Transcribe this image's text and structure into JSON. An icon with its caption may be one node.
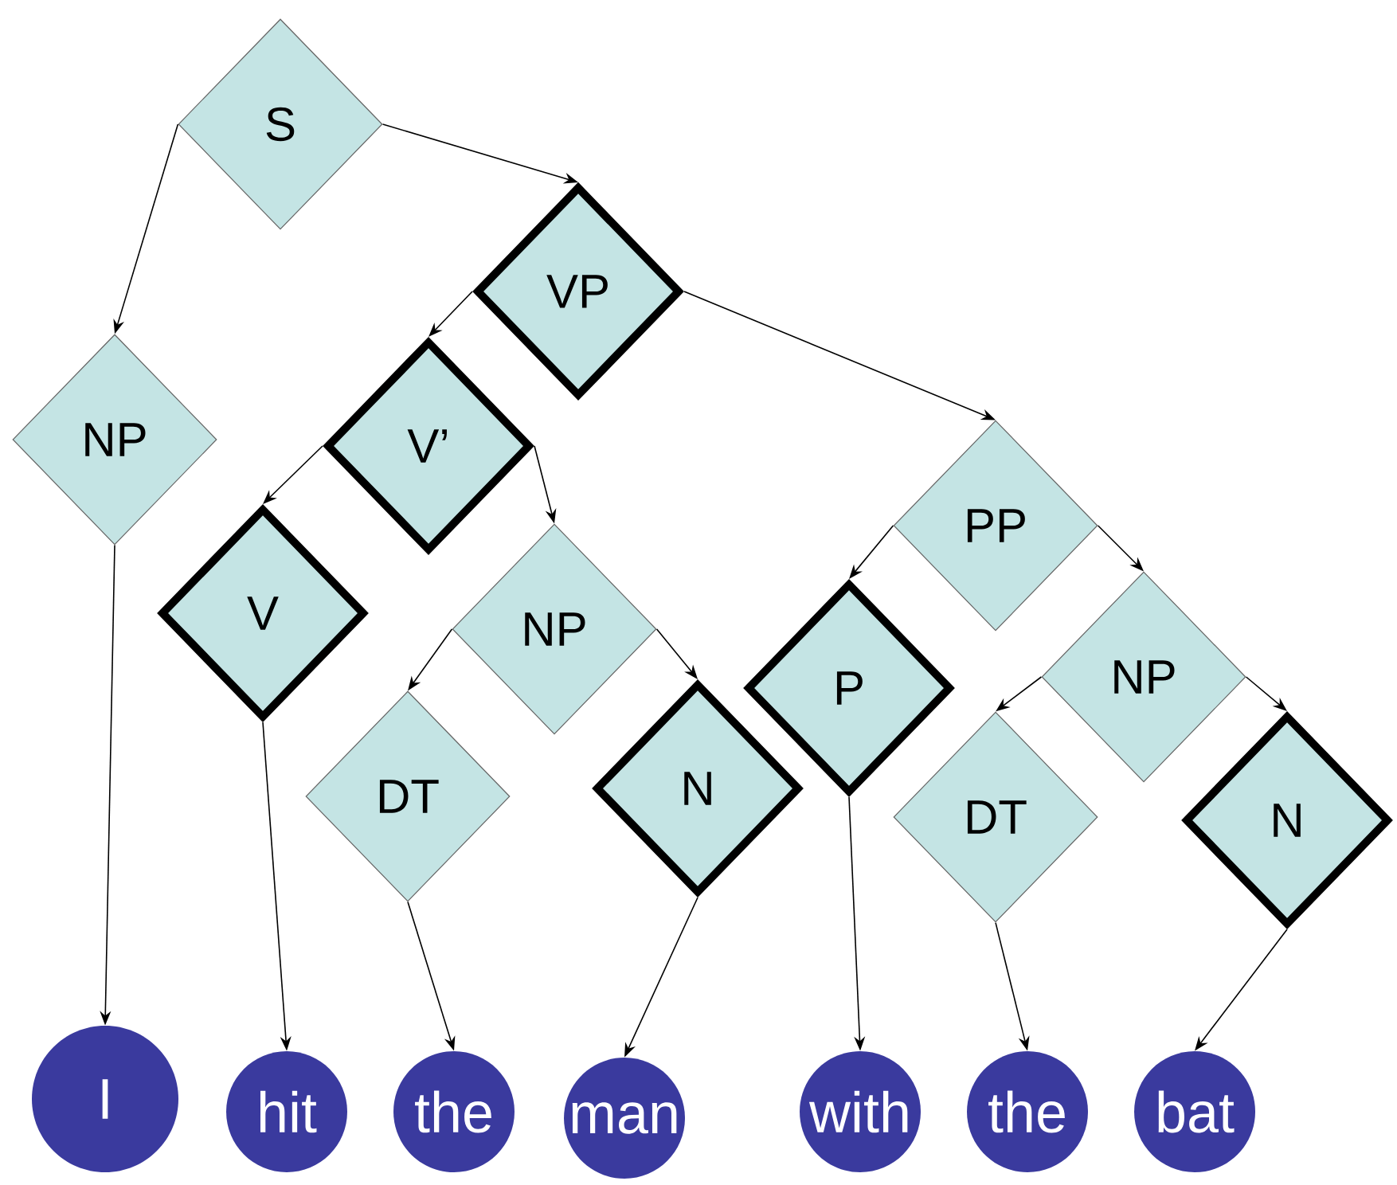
{
  "diagram": {
    "nodes": [
      {
        "text": [
          "S"
        ]
      },
      {
        "text": [
          "NP"
        ]
      },
      {
        "text": [
          "VP"
        ]
      },
      {
        "text": [
          "V’"
        ]
      },
      {
        "text": [
          "V"
        ]
      },
      {
        "text": [
          "NP"
        ]
      },
      {
        "text": [
          "DT"
        ]
      },
      {
        "text": [
          "N"
        ]
      },
      {
        "text": [
          "PP"
        ]
      },
      {
        "text": [
          "P"
        ]
      },
      {
        "text": [
          "NP"
        ]
      },
      {
        "text": [
          "DT"
        ]
      },
      {
        "text": [
          "N"
        ]
      },
      {
        "text": [
          "I"
        ]
      },
      {
        "text": [
          "hit"
        ]
      },
      {
        "text": [
          "the"
        ]
      },
      {
        "text": [
          "man"
        ]
      },
      {
        "text": [
          "with"
        ]
      },
      {
        "text": [
          "the"
        ]
      },
      {
        "text": [
          "bat"
        ]
      }
    ],
    "edges": [
      {
        "from": 0,
        "to": 1,
        "arrow": "to"
      },
      {
        "from": 0,
        "to": 2,
        "arrow": "to"
      },
      {
        "from": 2,
        "to": 3,
        "arrow": "to"
      },
      {
        "from": 2,
        "to": 8,
        "arrow": "to"
      },
      {
        "from": 3,
        "to": 4,
        "arrow": "to"
      },
      {
        "from": 3,
        "to": 5,
        "arrow": "to"
      },
      {
        "from": 5,
        "to": 6,
        "arrow": "to"
      },
      {
        "from": 5,
        "to": 7,
        "arrow": "to"
      },
      {
        "from": 8,
        "to": 9,
        "arrow": "to"
      },
      {
        "from": 8,
        "to": 10,
        "arrow": "to"
      },
      {
        "from": 10,
        "to": 11,
        "arrow": "to"
      },
      {
        "from": 10,
        "to": 12,
        "arrow": "to"
      },
      {
        "from": 1,
        "to": 13,
        "arrow": "to"
      },
      {
        "from": 4,
        "to": 14,
        "arrow": "to"
      },
      {
        "from": 6,
        "to": 15,
        "arrow": "to"
      },
      {
        "from": 7,
        "to": 16,
        "arrow": "to"
      },
      {
        "from": 9,
        "to": 17,
        "arrow": "to"
      },
      {
        "from": 11,
        "to": 18,
        "arrow": "to"
      },
      {
        "from": 12,
        "to": 19,
        "arrow": "to"
      }
    ]
  }
}
